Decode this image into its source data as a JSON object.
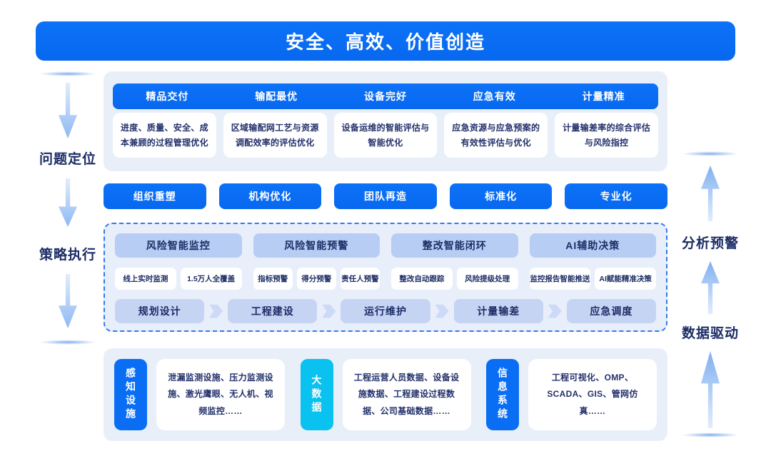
{
  "header": {
    "title": "安全、高效、价值创造"
  },
  "left_rail": {
    "labels": [
      "问题定位",
      "策略执行"
    ]
  },
  "right_rail": {
    "labels": [
      "分析预警",
      "数据驱动"
    ]
  },
  "goals": {
    "tabs": [
      "精品交付",
      "输配最优",
      "设备完好",
      "应急有效",
      "计量精准"
    ],
    "cards": [
      "进度、质量、安全、成本兼顾的过程管理优化",
      "区域输配网工艺与资源调配效率的评估优化",
      "设备运维的智能评估与智能优化",
      "应急资源与应急预案的有效性评估与优化",
      "计量输差率的综合评估与风险指控"
    ]
  },
  "org_pills": [
    "组织重塑",
    "机构优化",
    "团队再造",
    "标准化",
    "专业化"
  ],
  "strategy": {
    "capabilities": [
      {
        "label": "风险智能监控",
        "features": [
          "线上实时监测",
          "1.5万人全覆盖"
        ]
      },
      {
        "label": "风险智能预警",
        "features": [
          "指标预警",
          "得分预警",
          "责任人预警"
        ]
      },
      {
        "label": "整改智能闭环",
        "features": [
          "整改自动跟踪",
          "风险提级处理"
        ]
      },
      {
        "label": "AI辅助决策",
        "features": [
          "监控报告智能推送",
          "AI赋能精准决策"
        ]
      }
    ],
    "process_flow": [
      "规划设计",
      "工程建设",
      "运行维护",
      "计量输差",
      "应急调度"
    ]
  },
  "data_layer": {
    "groups": [
      {
        "label": "感知设施",
        "color": "#0a6ef5",
        "text": "泄漏监测设施、压力监测设施、激光鹰眼、无人机、视频监控……"
      },
      {
        "label": "大数据",
        "color": "#0ac2ef",
        "text": "工程运营人员数据、设备设施数据、工程建设过程数据、公司基础数据……"
      },
      {
        "label": "信息系统",
        "color": "#0a6ef5",
        "text": "工程可视化、OMP、SCADA、GIS、管网仿真……"
      }
    ]
  },
  "colors": {
    "primary_blue": "#0a6ef5",
    "cyan": "#0ac2ef",
    "navy_text": "#1c2d66",
    "capability_pill": "#b7cdf3",
    "flow_pill": "#c6d4f4",
    "section_bg": "#e9eff9",
    "dashed_border": "#2e7bf0"
  }
}
